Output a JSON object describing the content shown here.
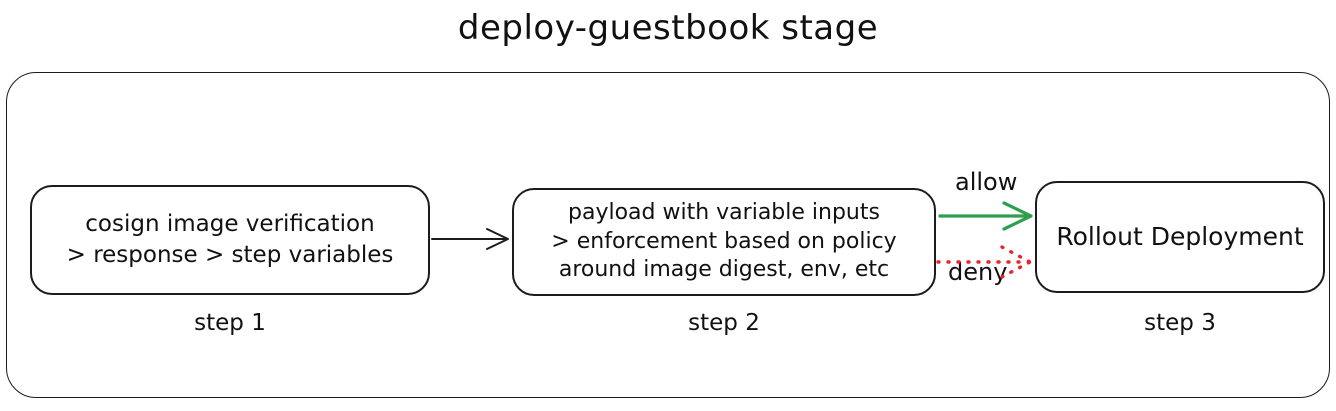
{
  "title": "deploy-guestbook stage",
  "colors": {
    "stroke": "#1c1c1c",
    "allow": "#2e9e4f",
    "deny": "#e8262a",
    "background": "#ffffff"
  },
  "steps": [
    {
      "id": "step1",
      "caption": "step 1",
      "lines": [
        "cosign image verification",
        "> response > step variables"
      ]
    },
    {
      "id": "step2",
      "caption": "step 2",
      "lines": [
        "payload with variable inputs",
        "> enforcement based on policy",
        "around image digest, env, etc"
      ]
    },
    {
      "id": "step3",
      "caption": "step 3",
      "lines": [
        "Rollout Deployment"
      ]
    }
  ],
  "edges": [
    {
      "id": "step1-to-step2",
      "label": "",
      "style": "solid",
      "color": "#1c1c1c"
    },
    {
      "id": "allow-edge",
      "label": "allow",
      "style": "solid",
      "color": "#2e9e4f"
    },
    {
      "id": "deny-edge",
      "label": "deny",
      "style": "dotted",
      "color": "#e8262a"
    }
  ]
}
